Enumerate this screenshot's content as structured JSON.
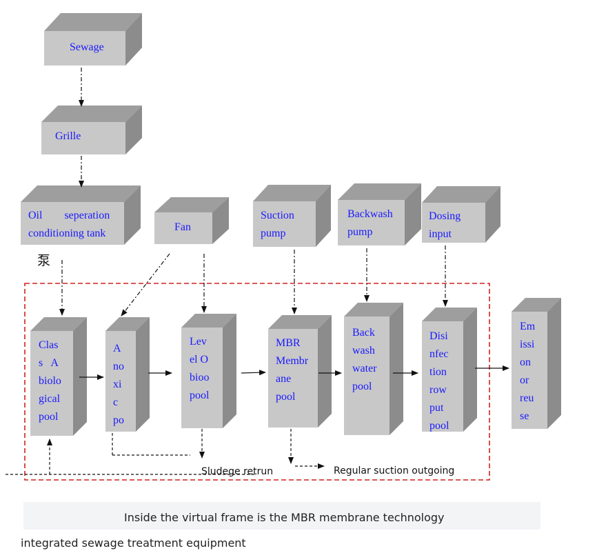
{
  "colors": {
    "box_front": "#c8c8c8",
    "box_top": "#9e9e9e",
    "box_side": "#8c8c8c",
    "label_text": "#1a1aff",
    "arrow": "#111111",
    "frame": "#d11f1f"
  },
  "boxes": {
    "sewage": [
      "Sewage"
    ],
    "grille": [
      "Grille"
    ],
    "oil_tank": [
      "Oil        seperation",
      "conditioning tank"
    ],
    "fan": [
      "Fan"
    ],
    "suction_pump": [
      "Suction",
      "pump"
    ],
    "backwash_pump": [
      "Backwash",
      "pump"
    ],
    "dosing_input": [
      "Dosing",
      "input"
    ],
    "class_a_pool": [
      "Clas",
      "s   A",
      "biolo",
      "gical",
      "pool"
    ],
    "anoxic_pool": [
      "A",
      "no",
      "xi",
      "c",
      "po"
    ],
    "level_o_pool": [
      "Lev",
      "el O",
      "bioo",
      "pool"
    ],
    "mbr_pool": [
      "MBR",
      "Membr",
      "ane",
      "pool"
    ],
    "backwash_water_pool": [
      "Back",
      "wash",
      "water",
      "pool"
    ],
    "disinfection_pool": [
      "Disi",
      "nfec",
      "tion",
      "row",
      "put",
      "pool"
    ],
    "emission": [
      "Em",
      "issi",
      "on",
      "or",
      "reu",
      "se"
    ]
  },
  "labels": {
    "pump_han": "泵",
    "sludge_return": "Sludege retrun",
    "regular_suction": "Regular suction outgoing"
  },
  "caption": {
    "line1": "Inside the virtual frame is the MBR membrane technology",
    "line2": "integrated sewage treatment equipment"
  }
}
